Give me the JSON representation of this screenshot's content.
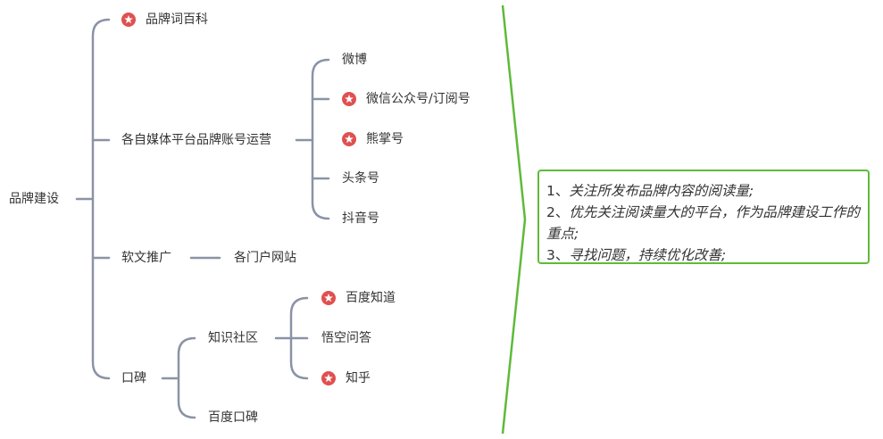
{
  "mindmap": {
    "root": "品牌建设",
    "branches": {
      "encyclopedia": "品牌词百科",
      "self_media": {
        "label": "各自媒体平台品牌账号运营",
        "items": [
          "微博",
          "微信公众号/订阅号",
          "熊掌号",
          "头条号",
          "抖音号"
        ]
      },
      "soft_article": {
        "label": "软文推广",
        "items": [
          "各门户网站"
        ]
      },
      "reputation": {
        "label": "口碑",
        "knowledge": {
          "label": "知识社区",
          "items": [
            "百度知道",
            "悟空问答",
            "知乎"
          ]
        },
        "baidu_reputation": "百度口碑"
      }
    }
  },
  "note": {
    "lines": [
      {
        "num": "1、",
        "text": "关注所发布品牌内容的阅读量;"
      },
      {
        "num": "2、",
        "text": "优先关注阅读量大的平台，作为品牌建设工作的重点;"
      },
      {
        "num": "3、",
        "text": "寻找问题，持续优化改善;"
      }
    ]
  },
  "colors": {
    "connector": "#8a93a6",
    "star": "#e05050",
    "highlight": "#5fba3a",
    "text": "#333333"
  },
  "icons": [
    "star-icon"
  ]
}
